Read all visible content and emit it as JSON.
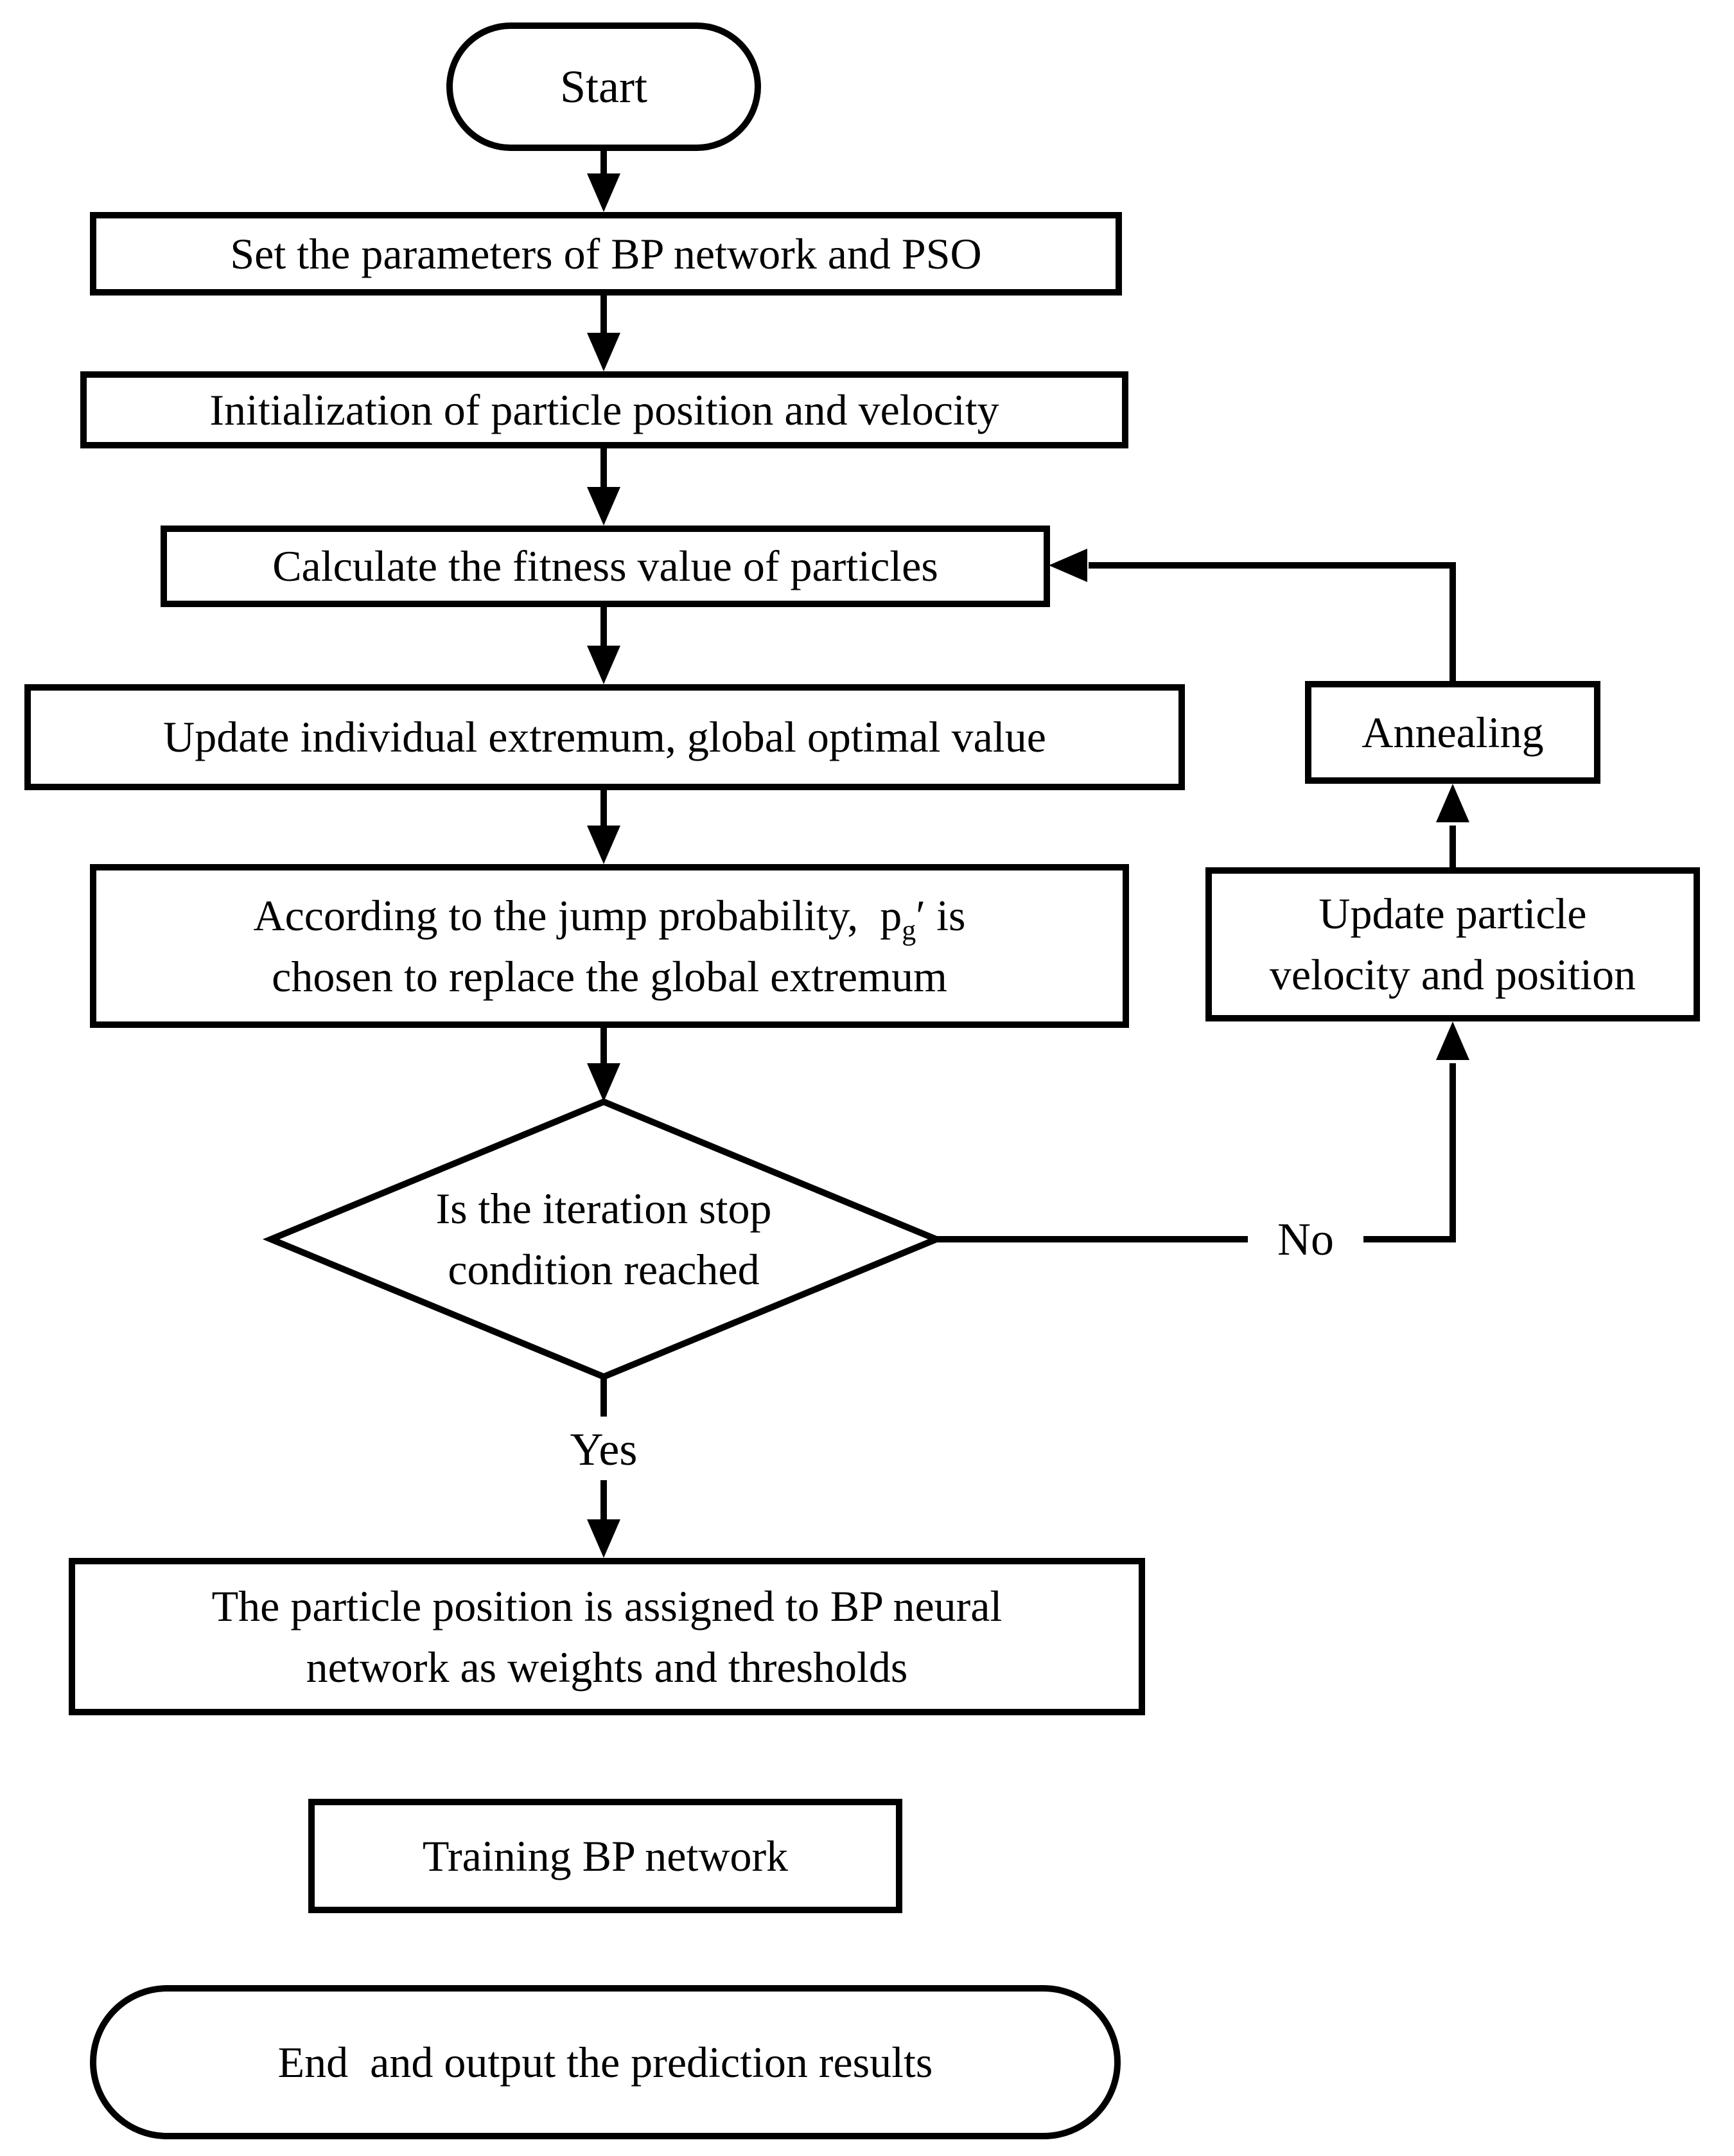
{
  "nodes": {
    "start": {
      "label": "Start"
    },
    "set_parameters": {
      "label": "Set the parameters of BP network and PSO"
    },
    "initialization": {
      "label": "Initialization of particle position and velocity"
    },
    "calculate_fitness": {
      "label": "Calculate the fitness value of particles"
    },
    "update_extremum": {
      "label": "Update individual extremum, global optimal value"
    },
    "jump_probability": {
      "line1_pre": "According to the jump probability,  p",
      "line1_sub": "g",
      "line1_end": "′ is",
      "line2": "chosen to replace the global extremum"
    },
    "decision": {
      "line1": "Is the iteration stop",
      "line2": "condition reached"
    },
    "assign_weights": {
      "line1": "The particle position is assigned to BP neural",
      "line2": "network as weights and thresholds"
    },
    "training": {
      "label": "Training BP network"
    },
    "end": {
      "label": "End  and output the prediction results"
    },
    "annealing": {
      "label": "Annealing"
    },
    "update_particle": {
      "line1": "Update particle",
      "line2": "velocity and position"
    }
  },
  "edge_labels": {
    "yes": "Yes",
    "no": "No"
  },
  "colors": {
    "line": "#000000",
    "node_fill": "#ffffff",
    "text": "#000000",
    "background": "#ffffff"
  }
}
